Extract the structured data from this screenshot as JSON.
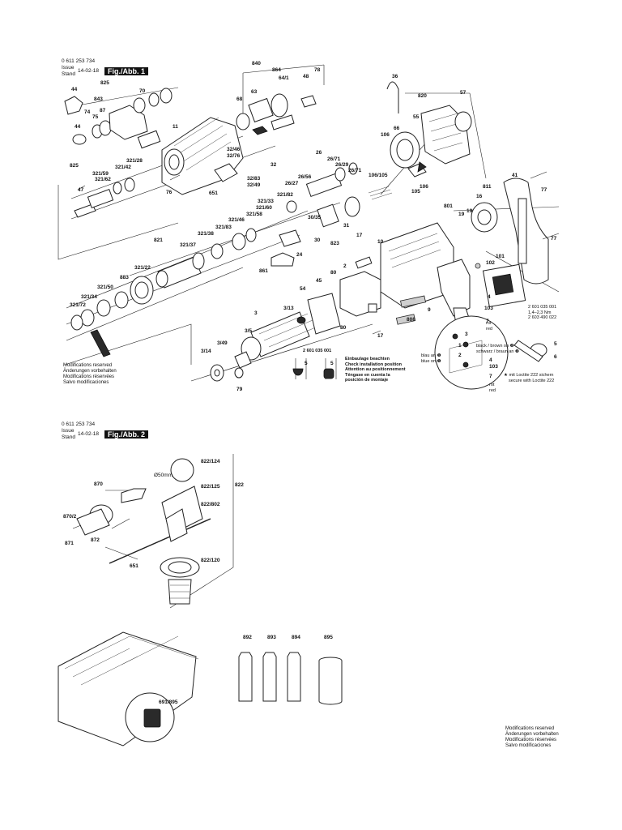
{
  "fig1": {
    "part_no": "0 611 253 734",
    "issue_label": "Issue",
    "stand_label": "Stand",
    "date": "14-02-18",
    "fig_label": "Fig./Abb. 1"
  },
  "fig2": {
    "part_no": "0 611 253 734",
    "issue_label": "Issue",
    "stand_label": "Stand",
    "date": "14-02-18",
    "fig_label": "Fig./Abb. 2"
  },
  "modifications": [
    "Modifications reserved",
    "Änderungen vorbehalten",
    "Modifications réservées",
    "Salvo modificaciones"
  ],
  "install_note": [
    "Einbaulage beachten",
    "Check installation position",
    "Attention au positionnement",
    "Téngase en cuenta la",
    "posición de montaje"
  ],
  "torque_note": {
    "line1": "2 601 035 001",
    "line2": "1,4–2,3 Nm",
    "line3": "2 603 490 022"
  },
  "loctite_note": [
    "★ mit Loctite 222 sichern",
    "secure with Loctite 222"
  ],
  "wire_labels": {
    "blau": "blau an ❶",
    "blue": "blue on ❶",
    "black": "black / brown on ❷",
    "schwarz": "schwarz / braun an ❷",
    "rot1": "rot",
    "red1": "red",
    "rot2": "rot",
    "red2": "red"
  },
  "install_part": "2 601 035 001",
  "diameter_label": "Ø50mm",
  "fig1_callouts": [
    "44",
    "825",
    "843",
    "70",
    "74",
    "75",
    "87",
    "44",
    "11",
    "840",
    "864",
    "64/1",
    "78",
    "68",
    "63",
    "48",
    "36",
    "820",
    "57",
    "106",
    "66",
    "55",
    "32/46",
    "32/76",
    "825",
    "321/28",
    "47",
    "321/42",
    "321/59",
    "321/62",
    "76",
    "32",
    "651",
    "32/83",
    "32/49",
    "26",
    "26/71",
    "26/29",
    "26/56",
    "26/71",
    "26/27",
    "106/105",
    "106",
    "105",
    "41",
    "77",
    "811",
    "16",
    "801",
    "19",
    "19",
    "77",
    "321/82",
    "321/33",
    "321/60",
    "321/58",
    "321/46",
    "321/83",
    "321/38",
    "821",
    "321/37",
    "321/22",
    "883",
    "321/50",
    "321/34",
    "321/72",
    "861",
    "24",
    "30",
    "823",
    "30/35",
    "31",
    "17",
    "10",
    "2",
    "80",
    "45",
    "54",
    "3",
    "3/13",
    "3/5",
    "3/49",
    "3/14",
    "79",
    "80",
    "17",
    "9",
    "808",
    "101",
    "102",
    "4",
    "103",
    "7",
    "5",
    "6",
    "5",
    "5",
    "1",
    "2",
    "3",
    "4",
    "7",
    "103"
  ],
  "fig2_callouts": [
    "870",
    "870/2",
    "871",
    "872",
    "651",
    "822/124",
    "822/125",
    "822",
    "822/802",
    "822/120",
    "892",
    "893",
    "894",
    "895",
    "691/895"
  ],
  "colors": {
    "ink": "#111111",
    "paper": "#ffffff",
    "fill_dark": "#2a2a2a",
    "fill_grey": "#cfcfcf"
  }
}
